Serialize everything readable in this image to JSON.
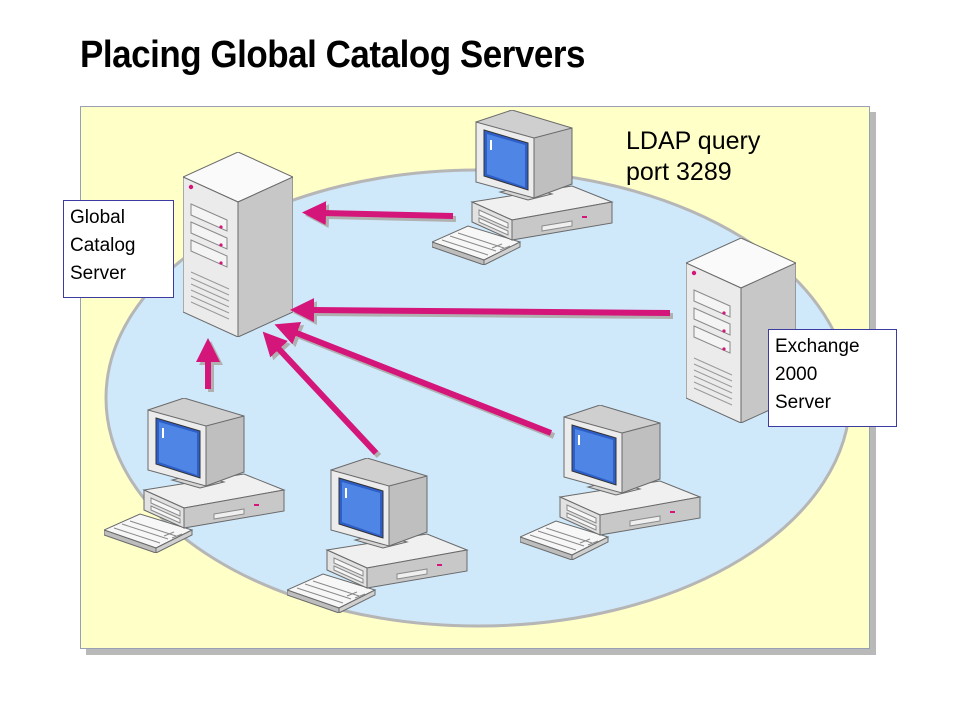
{
  "title": "Placing Global Catalog Servers",
  "labels": {
    "gc": {
      "lines": [
        "Global",
        "Catalog",
        "Server"
      ]
    },
    "exchange": {
      "lines": [
        "Exchange",
        "2000",
        "Server"
      ]
    },
    "ldap": {
      "lines": [
        "LDAP query",
        "port 3289"
      ]
    }
  },
  "colors": {
    "panel_fill": "#ffffc8",
    "network_fill": "#cfe9fb",
    "arrow": "#d4157a",
    "screen": "#3a6fd8"
  },
  "nodes": [
    {
      "id": "gc-server",
      "kind": "server",
      "icon": "tower-server-icon"
    },
    {
      "id": "exchange-server",
      "kind": "server",
      "icon": "tower-server-icon"
    },
    {
      "id": "client-top",
      "kind": "workstation",
      "icon": "desktop-computer-icon"
    },
    {
      "id": "client-bottom-left",
      "kind": "workstation",
      "icon": "desktop-computer-icon"
    },
    {
      "id": "client-bottom-middle",
      "kind": "workstation",
      "icon": "desktop-computer-icon"
    },
    {
      "id": "client-bottom-right",
      "kind": "workstation",
      "icon": "desktop-computer-icon"
    }
  ],
  "edges": [
    {
      "from": "client-top",
      "to": "gc-server"
    },
    {
      "from": "exchange-server",
      "to": "gc-server"
    },
    {
      "from": "client-bottom-right",
      "to": "gc-server"
    },
    {
      "from": "client-bottom-middle",
      "to": "gc-server"
    },
    {
      "from": "client-bottom-left",
      "to": "gc-server"
    }
  ]
}
